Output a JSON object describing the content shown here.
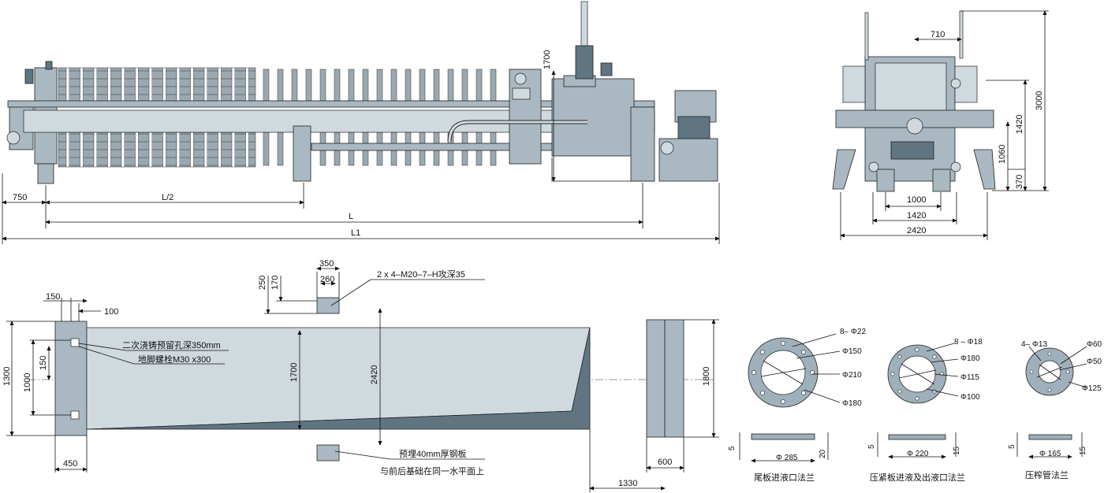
{
  "front_view": {
    "dims": {
      "d750": "750",
      "half_length": "L/2",
      "length": "L",
      "total_length": "L1",
      "height_1700": "1700"
    }
  },
  "side_view": {
    "dims": {
      "d710": "710",
      "d3000": "3000",
      "d1420_v": "1420",
      "d1060": "1060",
      "d370": "370",
      "d1000": "1000",
      "d1420_h": "1420",
      "d2420": "2420"
    }
  },
  "foundation": {
    "dims": {
      "d350": "350",
      "d260": "260",
      "d250": "250",
      "d170": "170",
      "d150_top": "150",
      "d100": "100",
      "d1300": "1300",
      "d1000": "1000",
      "d150_v": "150",
      "d1700": "1700",
      "d2420": "2420",
      "d1800": "1800",
      "d450": "450",
      "d600": "600",
      "d1330": "1330"
    },
    "notes": {
      "thread": "2 x 4–M20–7–H攻深35",
      "hole": "二次浇铸预留孔深350mm",
      "bolt": "地脚螺栓M30 x300",
      "plate": "预埋40mm厚钢板",
      "level": "与前后基础在同一水平面上"
    }
  },
  "flanges": {
    "tail": {
      "holes": "8– Φ22",
      "d150": "Φ150",
      "d210": "Φ210",
      "d180": "Φ180",
      "thk_a": "5",
      "thk_b": "20",
      "dia": "Φ 285",
      "caption": "尾板进液口法兰"
    },
    "press": {
      "holes": "8 – Φ18",
      "d180": "Φ180",
      "d115": "Φ115",
      "d100": "Φ100",
      "thk_a": "5",
      "thk_b": "15",
      "dia": "Φ 220",
      "caption": "压紧板进液及出液口法兰"
    },
    "pipe": {
      "holes": "4– Φ13",
      "d60": "Φ60",
      "d50": "Φ50",
      "d125": "Φ125",
      "thk_a": "5",
      "thk_b": "15",
      "dia": "Φ 165",
      "caption": "压榨管法兰"
    }
  }
}
